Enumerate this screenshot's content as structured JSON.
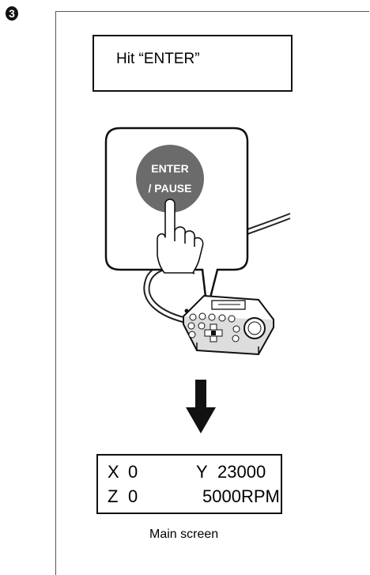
{
  "step": {
    "number": "3",
    "icon": "step-3-badge-icon"
  },
  "instruction": {
    "text": "Hit “ENTER”"
  },
  "button": {
    "line1": "ENTER",
    "line2": "/ PAUSE",
    "color": "#6b6b6b"
  },
  "icons": [
    "hand-pointer-icon",
    "remote-controller-icon",
    "arrow-down-icon"
  ],
  "lcd": {
    "x_label": "X",
    "x_value": "0",
    "y_label": "Y",
    "y_value": "23000",
    "z_label": "Z",
    "z_value": "0",
    "rpm": "5000RPM"
  },
  "caption": "Main screen"
}
